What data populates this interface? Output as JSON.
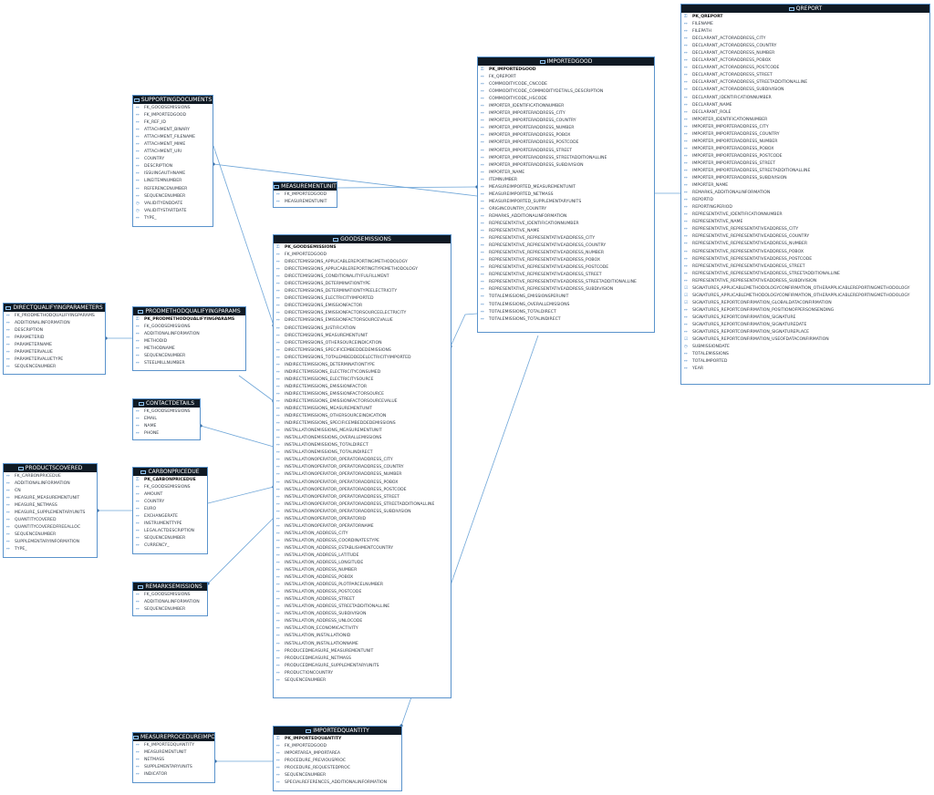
{
  "colors": {
    "header": "#101a24",
    "border": "#5a93cc",
    "link": "#6fa6d8"
  },
  "tables": [
    {
      "key": "qreport",
      "name": "QREPORT",
      "columns": [
        {
          "label": "PK_QREPORT",
          "pk": true,
          "icon": "key-icon"
        },
        {
          "label": "FILENAME"
        },
        {
          "label": "FILEPATH"
        },
        {
          "label": "DECLARANT_ACTORADDRESS_CITY"
        },
        {
          "label": "DECLARANT_ACTORADDRESS_COUNTRY"
        },
        {
          "label": "DECLARANT_ACTORADDRESS_NUMBER"
        },
        {
          "label": "DECLARANT_ACTORADDRESS_POBOX"
        },
        {
          "label": "DECLARANT_ACTORADDRESS_POSTCODE"
        },
        {
          "label": "DECLARANT_ACTORADDRESS_STREET"
        },
        {
          "label": "DECLARANT_ACTORADDRESS_STREETADDITIONALLINE"
        },
        {
          "label": "DECLARANT_ACTORADDRESS_SUBDIVISION"
        },
        {
          "label": "DECLARANT_IDENTIFICATIONNUMBER"
        },
        {
          "label": "DECLARANT_NAME"
        },
        {
          "label": "DECLARANT_ROLE"
        },
        {
          "label": "IMPORTER_IDENTIFICATIONNUMBER"
        },
        {
          "label": "IMPORTER_IMPORTERADDRESS_CITY"
        },
        {
          "label": "IMPORTER_IMPORTERADDRESS_COUNTRY"
        },
        {
          "label": "IMPORTER_IMPORTERADDRESS_NUMBER"
        },
        {
          "label": "IMPORTER_IMPORTERADDRESS_POBOX"
        },
        {
          "label": "IMPORTER_IMPORTERADDRESS_POSTCODE"
        },
        {
          "label": "IMPORTER_IMPORTERADDRESS_STREET"
        },
        {
          "label": "IMPORTER_IMPORTERADDRESS_STREETADDITIONALLINE"
        },
        {
          "label": "IMPORTER_IMPORTERADDRESS_SUBDIVISION"
        },
        {
          "label": "IMPORTER_NAME"
        },
        {
          "label": "REMARKS_ADDITIONALINFORMATION"
        },
        {
          "label": "REPORTID"
        },
        {
          "label": "REPORTINGPERIOD"
        },
        {
          "label": "REPRESENTATIVE_IDENTIFICATIONNUMBER"
        },
        {
          "label": "REPRESENTATIVE_NAME"
        },
        {
          "label": "REPRESENTATIVE_REPRESENTATIVEADDRESS_CITY"
        },
        {
          "label": "REPRESENTATIVE_REPRESENTATIVEADDRESS_COUNTRY"
        },
        {
          "label": "REPRESENTATIVE_REPRESENTATIVEADDRESS_NUMBER"
        },
        {
          "label": "REPRESENTATIVE_REPRESENTATIVEADDRESS_POBOX"
        },
        {
          "label": "REPRESENTATIVE_REPRESENTATIVEADDRESS_POSTCODE"
        },
        {
          "label": "REPRESENTATIVE_REPRESENTATIVEADDRESS_STREET"
        },
        {
          "label": "REPRESENTATIVE_REPRESENTATIVEADDRESS_STREETADDITIONALLINE"
        },
        {
          "label": "REPRESENTATIVE_REPRESENTATIVEADDRESS_SUBDIVISION"
        },
        {
          "label": "SIGNATURES_APPLICABLEMETHODOLOGYCONFIRMATION_OTHERAPPLICABLEREPORTINGMETHODOLOGY",
          "icon": "checkbox-icon"
        },
        {
          "label": "SIGNATURES_APPLICABLEMETHODOLOGYCONFIRMATION_OTHERAPPLICABLEREPORTINGMETHODOLOGY",
          "icon": "checkbox-icon"
        },
        {
          "label": "SIGNATURES_REPORTCONFIRMATION_GLOBALDATACONFIRMATION",
          "icon": "checkbox-icon"
        },
        {
          "label": "SIGNATURES_REPORTCONFIRMATION_POSITIONOFPERSONSENDING"
        },
        {
          "label": "SIGNATURES_REPORTCONFIRMATION_SIGNATURE"
        },
        {
          "label": "SIGNATURES_REPORTCONFIRMATION_SIGNATUREDATE"
        },
        {
          "label": "SIGNATURES_REPORTCONFIRMATION_SIGNATUREPLACE"
        },
        {
          "label": "SIGNATURES_REPORTCONFIRMATION_USEOFDATACONFIRMATION",
          "icon": "checkbox-icon"
        },
        {
          "label": "SUBMISSIONDATE",
          "icon": "clock-icon"
        },
        {
          "label": "TOTALEMISSIONS"
        },
        {
          "label": "TOTALIMPORTED"
        },
        {
          "label": "YEAR"
        }
      ]
    },
    {
      "key": "importedgood",
      "name": "IMPORTEDGOOD",
      "columns": [
        {
          "label": "PK_IMPORTEDGOOD",
          "pk": true,
          "icon": "key-icon"
        },
        {
          "label": "FK_QREPORT"
        },
        {
          "label": "COMMODITYCODE_CNCODE"
        },
        {
          "label": "COMMODITYCODE_COMMODITYDETAILS_DESCRIPTION"
        },
        {
          "label": "COMMODITYCODE_HSCODE"
        },
        {
          "label": "IMPORTER_IDENTIFICATIONNUMBER"
        },
        {
          "label": "IMPORTER_IMPORTERADDRESS_CITY"
        },
        {
          "label": "IMPORTER_IMPORTERADDRESS_COUNTRY"
        },
        {
          "label": "IMPORTER_IMPORTERADDRESS_NUMBER"
        },
        {
          "label": "IMPORTER_IMPORTERADDRESS_POBOX"
        },
        {
          "label": "IMPORTER_IMPORTERADDRESS_POSTCODE"
        },
        {
          "label": "IMPORTER_IMPORTERADDRESS_STREET"
        },
        {
          "label": "IMPORTER_IMPORTERADDRESS_STREETADDITIONALLINE"
        },
        {
          "label": "IMPORTER_IMPORTERADDRESS_SUBDIVISION"
        },
        {
          "label": "IMPORTER_NAME"
        },
        {
          "label": "ITEMNUMBER"
        },
        {
          "label": "MEASUREIMPORTED_MEASUREMENTUNIT"
        },
        {
          "label": "MEASUREIMPORTED_NETMASS"
        },
        {
          "label": "MEASUREIMPORTED_SUPPLEMENTARYUNITS"
        },
        {
          "label": "ORIGINCOUNTRY_COUNTRY"
        },
        {
          "label": "REMARKS_ADDITIONALINFORMATION"
        },
        {
          "label": "REPRESENTATIVE_IDENTIFICATIONNUMBER"
        },
        {
          "label": "REPRESENTATIVE_NAME"
        },
        {
          "label": "REPRESENTATIVE_REPRESENTATIVEADDRESS_CITY"
        },
        {
          "label": "REPRESENTATIVE_REPRESENTATIVEADDRESS_COUNTRY"
        },
        {
          "label": "REPRESENTATIVE_REPRESENTATIVEADDRESS_NUMBER"
        },
        {
          "label": "REPRESENTATIVE_REPRESENTATIVEADDRESS_POBOX"
        },
        {
          "label": "REPRESENTATIVE_REPRESENTATIVEADDRESS_POSTCODE"
        },
        {
          "label": "REPRESENTATIVE_REPRESENTATIVEADDRESS_STREET"
        },
        {
          "label": "REPRESENTATIVE_REPRESENTATIVEADDRESS_STREETADDITIONALLINE"
        },
        {
          "label": "REPRESENTATIVE_REPRESENTATIVEADDRESS_SUBDIVISION"
        },
        {
          "label": "TOTALEMISSIONS_EMISSIONSPERUNIT"
        },
        {
          "label": "TOTALEMISSIONS_OVERALLEMISSIONS"
        },
        {
          "label": "TOTALEMISSIONS_TOTALDIRECT"
        },
        {
          "label": "TOTALEMISSIONS_TOTALINDIRECT"
        }
      ]
    },
    {
      "key": "supportingdocuments",
      "name": "SUPPORTINGDOCUMENTS",
      "columns": [
        {
          "label": "FK_GOODSEMISSIONS"
        },
        {
          "label": "FK_IMPORTEDGOOD"
        },
        {
          "label": "FK_REF_ID"
        },
        {
          "label": "ATTACHMENT_BINARY"
        },
        {
          "label": "ATTACHMENT_FILENAME"
        },
        {
          "label": "ATTACHMENT_MIME"
        },
        {
          "label": "ATTACHMENT_URI"
        },
        {
          "label": "COUNTRY"
        },
        {
          "label": "DESCRIPTION"
        },
        {
          "label": "ISSUINGAUTHNAME"
        },
        {
          "label": "LINEITEMNUMBER"
        },
        {
          "label": "REFERENCENUMBER"
        },
        {
          "label": "SEQUENCENUMBER"
        },
        {
          "label": "VALIDITYENDDATE",
          "icon": "clock-icon"
        },
        {
          "label": "VALIDITYSTARTDATE",
          "icon": "clock-icon"
        },
        {
          "label": "TYPE_"
        }
      ]
    },
    {
      "key": "measurementunit",
      "name": "MEASUREMENTUNIT",
      "columns": [
        {
          "label": "FK_IMPORTEDGOOD"
        },
        {
          "label": "MEASUREMENTUNIT"
        }
      ]
    },
    {
      "key": "goodsemissions",
      "name": "GOODSEMISSIONS",
      "columns": [
        {
          "label": "PK_GOODSEMISSIONS",
          "pk": true,
          "icon": "key-icon"
        },
        {
          "label": "FK_IMPORTEDGOOD"
        },
        {
          "label": "DIRECTEMISSIONS_APPLICABLEREPORTINGMETHODOLOGY"
        },
        {
          "label": "DIRECTEMISSIONS_APPLICABLEREPORTINGTYPEMETHODOLOGY"
        },
        {
          "label": "DIRECTEMISSIONS_CONDITIONALITYFULFILLMENT"
        },
        {
          "label": "DIRECTEMISSIONS_DETERMINATIONTYPE"
        },
        {
          "label": "DIRECTEMISSIONS_DETERMINATIONTYPEELECTRICITY"
        },
        {
          "label": "DIRECTEMISSIONS_ELECTRICITYIMPORTED"
        },
        {
          "label": "DIRECTEMISSIONS_EMISSIONFACTOR"
        },
        {
          "label": "DIRECTEMISSIONS_EMISSIONFACTORSOURCEELECTRICITY"
        },
        {
          "label": "DIRECTEMISSIONS_EMISSIONFACTORSOURCEVALUE"
        },
        {
          "label": "DIRECTEMISSIONS_JUSTIFICATION"
        },
        {
          "label": "DIRECTEMISSIONS_MEASUREMENTUNIT"
        },
        {
          "label": "DIRECTEMISSIONS_OTHERSOURCEINDICATION"
        },
        {
          "label": "DIRECTEMISSIONS_SPECIFICEMBEDDEDEMISSIONS"
        },
        {
          "label": "DIRECTEMISSIONS_TOTALEMBEDDEDELECTRICITYIMPORTED"
        },
        {
          "label": "INDIRECTEMISSIONS_DETERMINATIONTYPE"
        },
        {
          "label": "INDIRECTEMISSIONS_ELECTRICITYCONSUMED"
        },
        {
          "label": "INDIRECTEMISSIONS_ELECTRICITYSOURCE"
        },
        {
          "label": "INDIRECTEMISSIONS_EMISSIONFACTOR"
        },
        {
          "label": "INDIRECTEMISSIONS_EMISSIONFACTORSOURCE"
        },
        {
          "label": "INDIRECTEMISSIONS_EMISSIONFACTORSOURCEVALUE"
        },
        {
          "label": "INDIRECTEMISSIONS_MEASUREMENTUNIT"
        },
        {
          "label": "INDIRECTEMISSIONS_OTHERSOURCEINDICATION"
        },
        {
          "label": "INDIRECTEMISSIONS_SPECIFICEMBEDDEDEMISSIONS"
        },
        {
          "label": "INSTALLATIONEMISSIONS_MEASUREMENTUNIT"
        },
        {
          "label": "INSTALLATIONEMISSIONS_OVERALLEMISSIONS"
        },
        {
          "label": "INSTALLATIONEMISSIONS_TOTALDIRECT"
        },
        {
          "label": "INSTALLATIONEMISSIONS_TOTALINDIRECT"
        },
        {
          "label": "INSTALLATIONOPERATOR_OPERATORADDRESS_CITY"
        },
        {
          "label": "INSTALLATIONOPERATOR_OPERATORADDRESS_COUNTRY"
        },
        {
          "label": "INSTALLATIONOPERATOR_OPERATORADDRESS_NUMBER"
        },
        {
          "label": "INSTALLATIONOPERATOR_OPERATORADDRESS_POBOX"
        },
        {
          "label": "INSTALLATIONOPERATOR_OPERATORADDRESS_POSTCODE"
        },
        {
          "label": "INSTALLATIONOPERATOR_OPERATORADDRESS_STREET"
        },
        {
          "label": "INSTALLATIONOPERATOR_OPERATORADDRESS_STREETADDITIONALLINE"
        },
        {
          "label": "INSTALLATIONOPERATOR_OPERATORADDRESS_SUBDIVISION"
        },
        {
          "label": "INSTALLATIONOPERATOR_OPERATORID"
        },
        {
          "label": "INSTALLATIONOPERATOR_OPERATORNAME"
        },
        {
          "label": "INSTALLATION_ADDRESS_CITY"
        },
        {
          "label": "INSTALLATION_ADDRESS_COORDINATESTYPE"
        },
        {
          "label": "INSTALLATION_ADDRESS_ESTABLISHMENTCOUNTRY"
        },
        {
          "label": "INSTALLATION_ADDRESS_LATITUDE"
        },
        {
          "label": "INSTALLATION_ADDRESS_LONGITUDE"
        },
        {
          "label": "INSTALLATION_ADDRESS_NUMBER"
        },
        {
          "label": "INSTALLATION_ADDRESS_POBOX"
        },
        {
          "label": "INSTALLATION_ADDRESS_PLOTPARCELNUMBER"
        },
        {
          "label": "INSTALLATION_ADDRESS_POSTCODE"
        },
        {
          "label": "INSTALLATION_ADDRESS_STREET"
        },
        {
          "label": "INSTALLATION_ADDRESS_STREETADDITIONALLINE"
        },
        {
          "label": "INSTALLATION_ADDRESS_SUBDIVISION"
        },
        {
          "label": "INSTALLATION_ADDRESS_UNLOCODE"
        },
        {
          "label": "INSTALLATION_ECONOMICACTIVITY"
        },
        {
          "label": "INSTALLATION_INSTALLATIONID"
        },
        {
          "label": "INSTALLATION_INSTALLATIONNAME"
        },
        {
          "label": "PRODUCEDMEASURE_MEASUREMENTUNIT"
        },
        {
          "label": "PRODUCEDMEASURE_NETMASS"
        },
        {
          "label": "PRODUCEDMEASURE_SUPPLEMENTARYUNITS"
        },
        {
          "label": "PRODUCTIONCOUNTRY"
        },
        {
          "label": "SEQUENCENUMBER"
        }
      ]
    },
    {
      "key": "directqualifying",
      "name": "DIRECTQUALIFYINGPARAMETERS",
      "columns": [
        {
          "label": "FK_PRODMETHODQUALIFYINGPARAMS"
        },
        {
          "label": "ADDITIONALINFORMATION"
        },
        {
          "label": "DESCRIPTION"
        },
        {
          "label": "PARAMETERID"
        },
        {
          "label": "PARAMETERNAME"
        },
        {
          "label": "PARAMETERVALUE"
        },
        {
          "label": "PARAMETERVALUETYPE"
        },
        {
          "label": "SEQUENCENUMBER"
        }
      ]
    },
    {
      "key": "prodmethod",
      "name": "PRODMETHODQUALIFYINGPARAMS",
      "columns": [
        {
          "label": "PK_PRODMETHODQUALIFYINGPARAMS",
          "pk": true,
          "icon": "key-icon"
        },
        {
          "label": "FK_GOODSEMISSIONS"
        },
        {
          "label": "ADDITIONALINFORMATION"
        },
        {
          "label": "METHODID"
        },
        {
          "label": "METHODNAME"
        },
        {
          "label": "SEQUENCENUMBER"
        },
        {
          "label": "STEELMILLNUMBER"
        }
      ]
    },
    {
      "key": "contactdetails",
      "name": "CONTACTDETAILS",
      "columns": [
        {
          "label": "FK_GOODSEMISSIONS"
        },
        {
          "label": "EMAIL"
        },
        {
          "label": "NAME"
        },
        {
          "label": "PHONE"
        }
      ]
    },
    {
      "key": "productscovered",
      "name": "PRODUCTSCOVERED",
      "columns": [
        {
          "label": "FK_CARBONPRICEDUE"
        },
        {
          "label": "ADDITIONALINFORMATION"
        },
        {
          "label": "CN"
        },
        {
          "label": "MEASURE_MEASUREMENTUNIT"
        },
        {
          "label": "MEASURE_NETMASS"
        },
        {
          "label": "MEASURE_SUPPLEMENTARYUNITS"
        },
        {
          "label": "QUANTITYCOVERED"
        },
        {
          "label": "QUANTITYCOVEREDFREEALLOC"
        },
        {
          "label": "SEQUENCENUMBER"
        },
        {
          "label": "SUPPLEMENTARYINFORMATION"
        },
        {
          "label": "TYPE_"
        }
      ]
    },
    {
      "key": "carbonpricedue",
      "name": "CARBONPRICEDUE",
      "columns": [
        {
          "label": "PK_CARBONPRICEDUE",
          "pk": true,
          "icon": "key-icon"
        },
        {
          "label": "FK_GOODSEMISSIONS"
        },
        {
          "label": "AMOUNT"
        },
        {
          "label": "COUNTRY"
        },
        {
          "label": "EURO"
        },
        {
          "label": "EXCHANGERATE"
        },
        {
          "label": "INSTRUMENTTYPE"
        },
        {
          "label": "LEGALACTDESCRIPTION"
        },
        {
          "label": "SEQUENCENUMBER"
        },
        {
          "label": "CURRENCY_"
        }
      ]
    },
    {
      "key": "remarksemissions",
      "name": "REMARKSEMISSIONS",
      "columns": [
        {
          "label": "FK_GOODSEMISSIONS"
        },
        {
          "label": "ADDITIONALINFORMATION"
        },
        {
          "label": "SEQUENCENUMBER"
        }
      ]
    },
    {
      "key": "measureprocedure",
      "name": "MEASUREPROCEDUREIMPOR",
      "columns": [
        {
          "label": "FK_IMPORTEDQUANTITY"
        },
        {
          "label": "MEASUREMENTUNIT"
        },
        {
          "label": "NETMASS"
        },
        {
          "label": "SUPPLEMENTARYUNITS"
        },
        {
          "label": "INDICATOR"
        }
      ]
    },
    {
      "key": "importedquantity",
      "name": "IMPORTEDQUANTITY",
      "columns": [
        {
          "label": "PK_IMPORTEDQUANTITY",
          "pk": true,
          "icon": "key-icon"
        },
        {
          "label": "FK_IMPORTEDGOOD"
        },
        {
          "label": "IMPORTAREA_IMPORTAREA"
        },
        {
          "label": "PROCEDURE_PREVIOUSPROC"
        },
        {
          "label": "PROCEDURE_REQUESTEDPROC"
        },
        {
          "label": "SEQUENCENUMBER"
        },
        {
          "label": "SPECIALREFERENCES_ADDITIONALINFORMATION"
        }
      ]
    }
  ]
}
